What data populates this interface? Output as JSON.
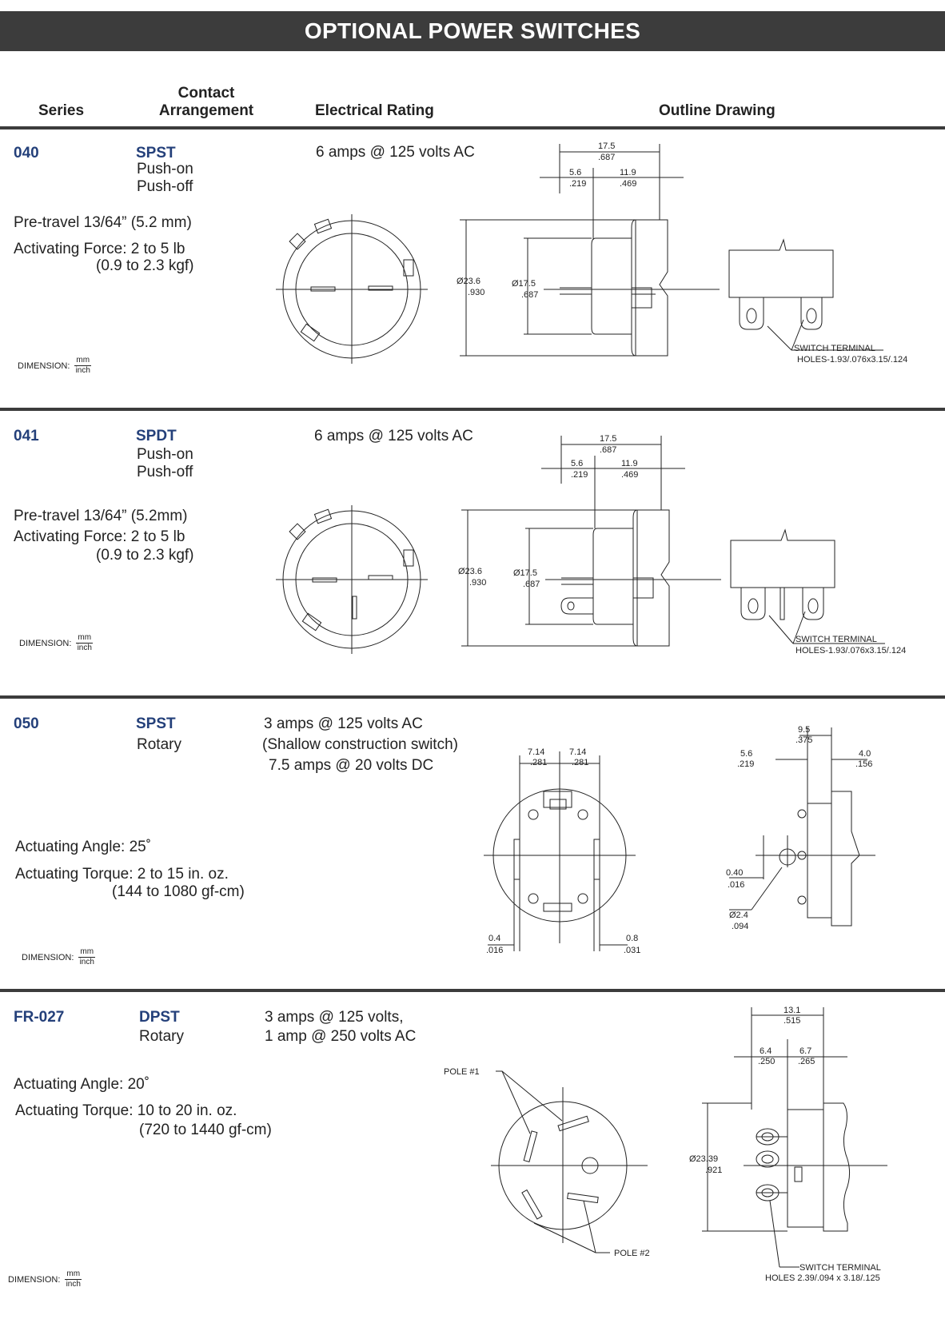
{
  "title": "OPTIONAL POWER SWITCHES",
  "headers": {
    "series": "Series",
    "contact_line1": "Contact",
    "contact_line2": "Arrangement",
    "electrical": "Electrical Rating",
    "outline": "Outline Drawing"
  },
  "dimension_label": {
    "text": "DIMENSION:",
    "top": "mm",
    "bottom": "inch"
  },
  "sections": [
    {
      "series": "040",
      "code": "SPST",
      "desc": [
        "Push-on",
        "Push-off"
      ],
      "rating": [
        "6 amps @ 125 volts AC"
      ],
      "specs": [
        "Pre-travel 13/64” (5.2 mm)",
        "Activating Force: 2 to 5 lb",
        "(0.9 to 2.3 kgf)"
      ],
      "dims": {
        "d1a": "17.5",
        "d1b": ".687",
        "d2a": "5.6",
        "d2b": ".219",
        "d3a": "11.9",
        "d3b": ".469",
        "d4a": "Ø23.6",
        "d4b": ".930",
        "d5a": "Ø17.5",
        "d5b": ".687"
      },
      "terminal": [
        "SWITCH TERMINAL",
        "HOLES-1.93/.076x3.15/.124"
      ]
    },
    {
      "series": "041",
      "code": "SPDT",
      "desc": [
        "Push-on",
        "Push-off"
      ],
      "rating": [
        "6 amps @ 125 volts AC"
      ],
      "specs": [
        "Pre-travel 13/64” (5.2mm)",
        "Activating Force: 2 to 5 lb",
        "(0.9 to 2.3 kgf)"
      ],
      "dims": {
        "d1a": "17.5",
        "d1b": ".687",
        "d2a": "5.6",
        "d2b": ".219",
        "d3a": "11.9",
        "d3b": ".469",
        "d4a": "Ø23.6",
        "d4b": ".930",
        "d5a": "Ø17.5",
        "d5b": ".687"
      },
      "terminal": [
        "SWITCH TERMINAL",
        "HOLES-1.93/.076x3.15/.124"
      ]
    },
    {
      "series": "050",
      "code": "SPST",
      "desc": [
        "Rotary"
      ],
      "rating": [
        "3 amps @ 125 volts AC",
        "(Shallow construction switch)",
        "7.5 amps @ 20 volts DC"
      ],
      "specs": [
        "Actuating Angle: 25˚",
        "Actuating Torque: 2 to 15 in. oz.",
        "(144 to 1080 gf-cm)"
      ],
      "dims": {
        "a1": "7.14",
        "a2": ".281",
        "a3": "7.14",
        "a4": ".281",
        "b1": "0.4",
        "b2": ".016",
        "b3": "0.8",
        "b4": ".031",
        "c1": "9.5",
        "c2": ".375",
        "c3": "5.6",
        "c4": ".219",
        "c5": "4.0",
        "c6": ".156",
        "c7": "0.40",
        "c8": ".016",
        "c9": "Ø2.4",
        "c10": ".094"
      }
    },
    {
      "series": "FR-027",
      "code": "DPST",
      "desc": [
        "Rotary"
      ],
      "rating": [
        "3 amps @ 125 volts,",
        "1 amp @ 250 volts AC"
      ],
      "specs": [
        "Actuating Angle: 20˚",
        "Actuating Torque: 10 to 20 in. oz.",
        "(720 to 1440 gf-cm)"
      ],
      "dims": {
        "p1": "POLE #1",
        "p2": "POLE #2",
        "e1": "13.1",
        "e2": ".515",
        "e3": "6.4",
        "e4": ".250",
        "e5": "6.7",
        "e6": ".265",
        "e7": "Ø23.39",
        "e8": ".921"
      },
      "terminal": [
        "SWITCH TERMINAL",
        "HOLES 2.39/.094 x 3.18/.125"
      ]
    }
  ]
}
